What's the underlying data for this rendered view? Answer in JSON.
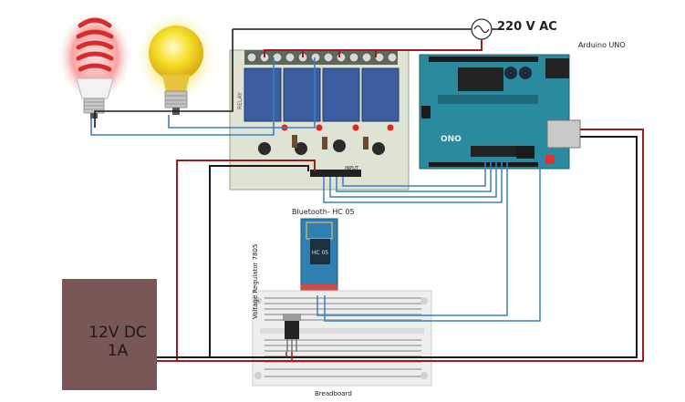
{
  "ac_source": {
    "label": "220 V AC"
  },
  "arduino": {
    "label": "Arduino UNO",
    "brand": "ONO"
  },
  "bluetooth": {
    "label": "Bluetooth- HC 05",
    "chip_text": "HC 05"
  },
  "power_supply": {
    "label": "12V DC\n1A"
  },
  "regulator": {
    "label": "Voltage Regulator 7805"
  },
  "breadboard": {
    "label": "Breadboard"
  },
  "relay_board": {
    "input_label": "INPUT"
  },
  "colors": {
    "wire_red": "#a01c1c",
    "wire_black": "#1a1a1a",
    "wire_blue": "#3b7fc4",
    "psu_fill": "#7a5757",
    "arduino_fill": "#2a8a9e",
    "relay_fill": "#dfe3d3",
    "bt_fill": "#2f7fb0"
  }
}
